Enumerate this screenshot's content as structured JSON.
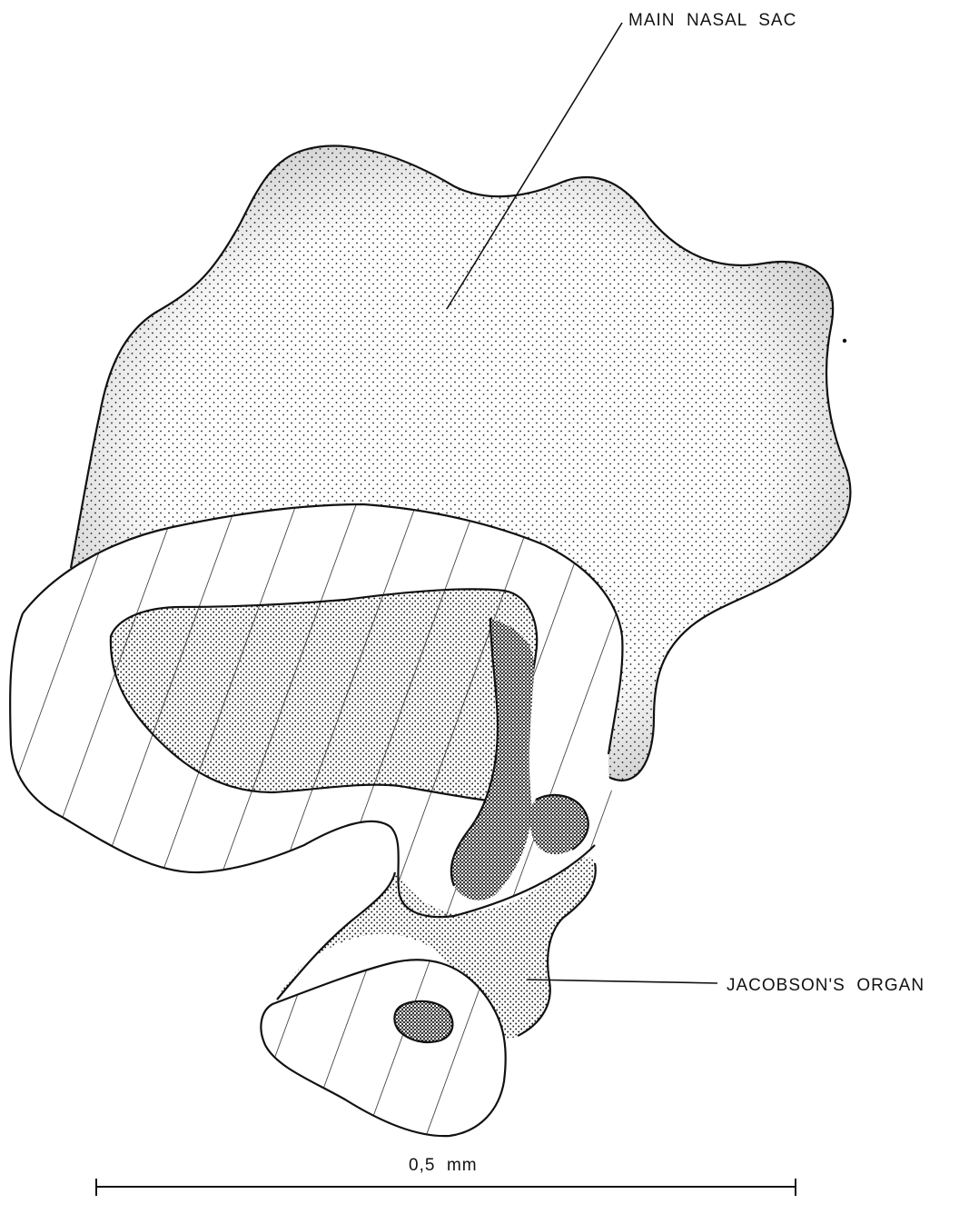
{
  "labels": {
    "main_nasal_sac": "MAIN  NASAL  SAC",
    "jacobsons_organ": "JACOBSON'S  ORGAN"
  },
  "scale_bar": {
    "label": "0,5  mm"
  },
  "colors": {
    "ink": "#111111",
    "paper": "#ffffff"
  }
}
